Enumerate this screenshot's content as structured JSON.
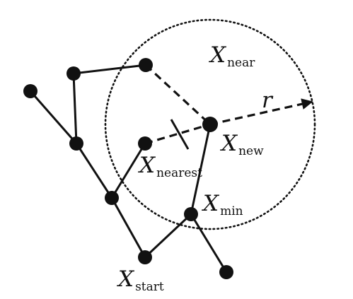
{
  "labels": {
    "x_near": {
      "main": "X",
      "sub": "near"
    },
    "x_new": {
      "main": "X",
      "sub": "new"
    },
    "x_nearest": {
      "main": "X",
      "sub": "nearest"
    },
    "x_min": {
      "main": "X",
      "sub": "min"
    },
    "x_start": {
      "main": "X",
      "sub": "start"
    },
    "radius": "r"
  },
  "colors": {
    "ink": "#111111",
    "background": "#ffffff"
  }
}
